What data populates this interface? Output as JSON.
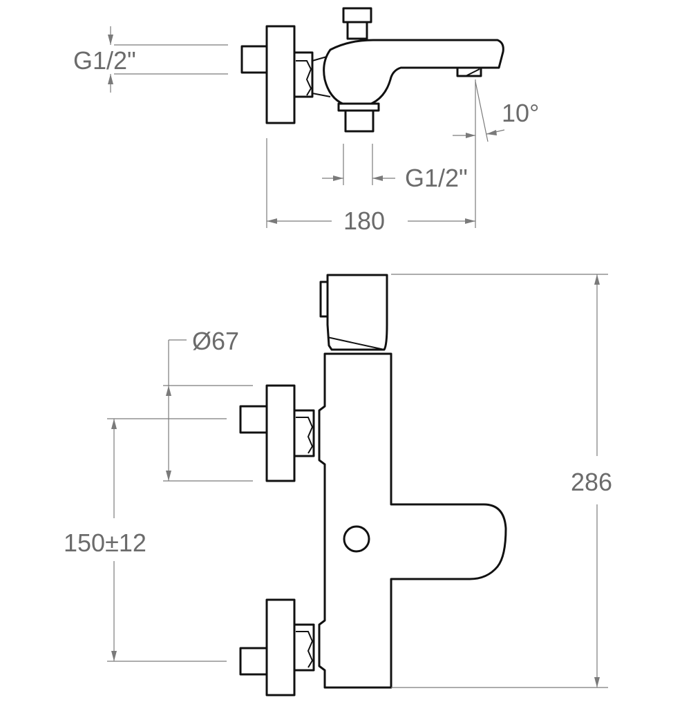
{
  "dimensions": {
    "top_view": {
      "inlet_thread": "G1/2\"",
      "outlet_thread": "G1/2\"",
      "spout_angle": "10°",
      "width": "180"
    },
    "front_view": {
      "flange_diameter": "Ø67",
      "inlet_spacing": "150±12",
      "height": "286"
    }
  },
  "colors": {
    "outline": "#111111",
    "dimension": "#7a7a7a",
    "text": "#6b6b6b"
  }
}
